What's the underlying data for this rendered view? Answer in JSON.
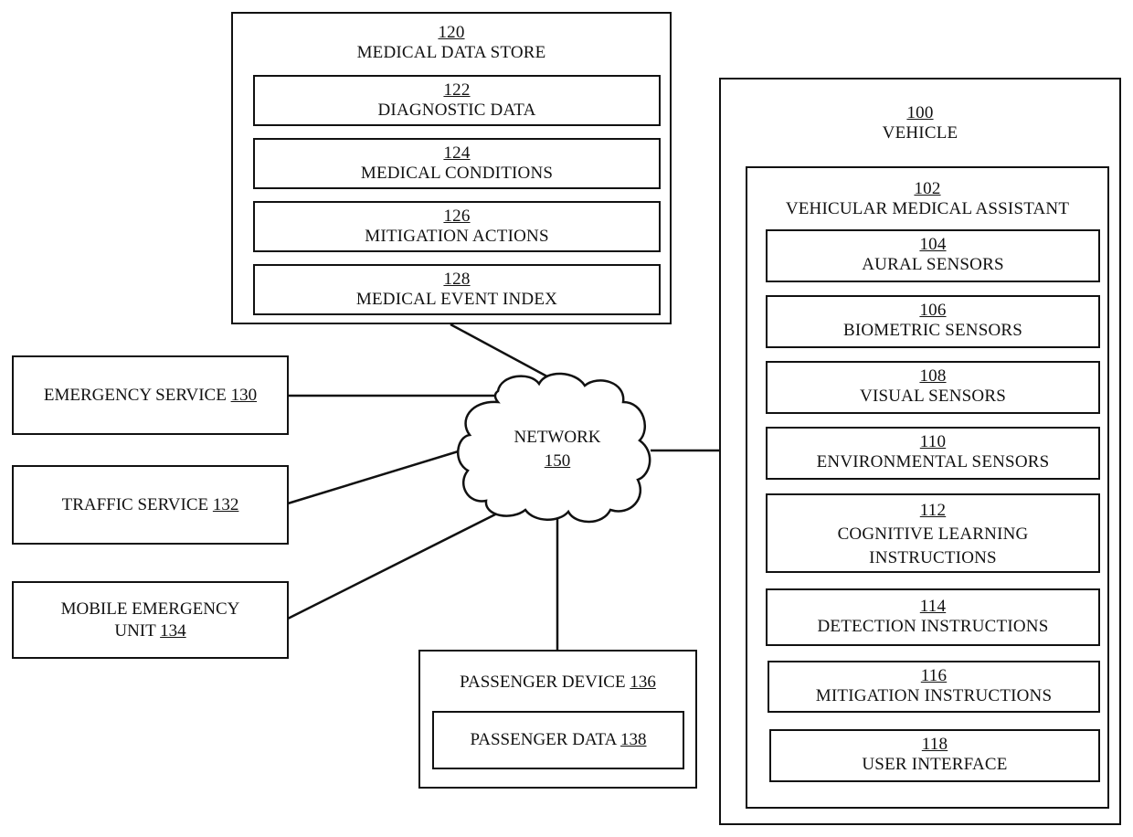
{
  "medical_data_store": {
    "number": "120",
    "title": "MEDICAL DATA STORE",
    "items": [
      {
        "number": "122",
        "title": "DIAGNOSTIC DATA"
      },
      {
        "number": "124",
        "title": "MEDICAL CONDITIONS"
      },
      {
        "number": "126",
        "title": "MITIGATION ACTIONS"
      },
      {
        "number": "128",
        "title": "MEDICAL EVENT INDEX"
      }
    ]
  },
  "services": [
    {
      "title": "EMERGENCY SERVICE",
      "number": "130"
    },
    {
      "title": "TRAFFIC SERVICE",
      "number": "132"
    },
    {
      "title_line1": "MOBILE EMERGENCY",
      "title": "UNIT",
      "number": "134"
    }
  ],
  "network": {
    "title": "NETWORK",
    "number": "150"
  },
  "passenger_device": {
    "title": "PASSENGER DEVICE",
    "number": "136",
    "data": {
      "title": "PASSENGER DATA",
      "number": "138"
    }
  },
  "vehicle": {
    "number": "100",
    "title": "VEHICLE",
    "assistant": {
      "number": "102",
      "title": "VEHICULAR MEDICAL ASSISTANT",
      "items": [
        {
          "number": "104",
          "title": "AURAL SENSORS"
        },
        {
          "number": "106",
          "title": "BIOMETRIC SENSORS"
        },
        {
          "number": "108",
          "title": "VISUAL SENSORS"
        },
        {
          "number": "110",
          "title": "ENVIRONMENTAL SENSORS"
        },
        {
          "number": "112",
          "title": "COGNITIVE LEARNING",
          "title_line2": "INSTRUCTIONS"
        },
        {
          "number": "114",
          "title": "DETECTION INSTRUCTIONS"
        },
        {
          "number": "116",
          "title": "MITIGATION INSTRUCTIONS"
        },
        {
          "number": "118",
          "title": "USER INTERFACE"
        }
      ]
    }
  }
}
